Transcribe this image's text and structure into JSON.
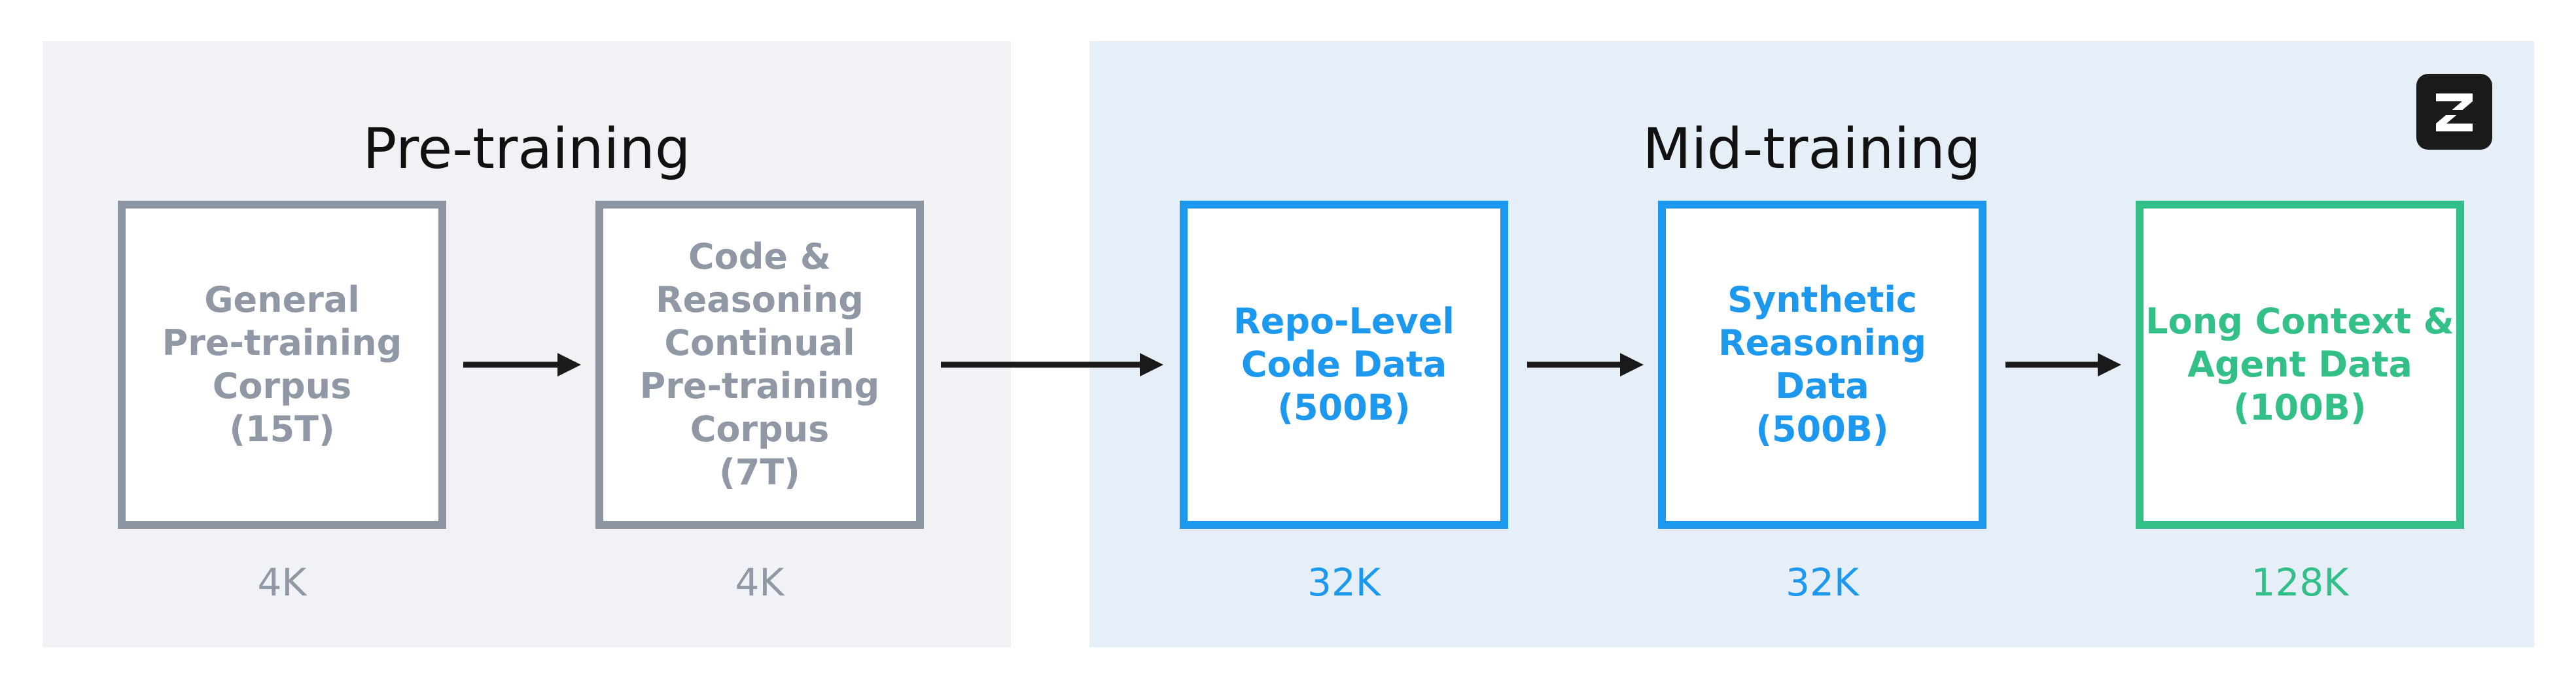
{
  "panels": {
    "pre": {
      "title": "Pre-training",
      "background": "#f0f2f6"
    },
    "mid": {
      "title": "Mid-training",
      "background": "#e6eef7"
    }
  },
  "logo": {
    "icon": "z-logo-icon",
    "color": "#1a1a1a"
  },
  "stages": [
    {
      "label": "General\nPre-training\nCorpus\n(15T)",
      "context": "4K",
      "color": "gray"
    },
    {
      "label": "Code &\nReasoning\nContinual\nPre-training\nCorpus\n(7T)",
      "context": "4K",
      "color": "gray"
    },
    {
      "label": "Repo-Level\nCode Data\n(500B)",
      "context": "32K",
      "color": "blue"
    },
    {
      "label": "Synthetic\nReasoning Data\n(500B)",
      "context": "32K",
      "color": "blue"
    },
    {
      "label": "Long Context &\nAgent Data\n(100B)",
      "context": "128K",
      "color": "green"
    }
  ],
  "colors": {
    "gray": "#8c95a1",
    "blue": "#1c98ef",
    "green": "#33c088",
    "arrow": "#1a1a1a"
  }
}
